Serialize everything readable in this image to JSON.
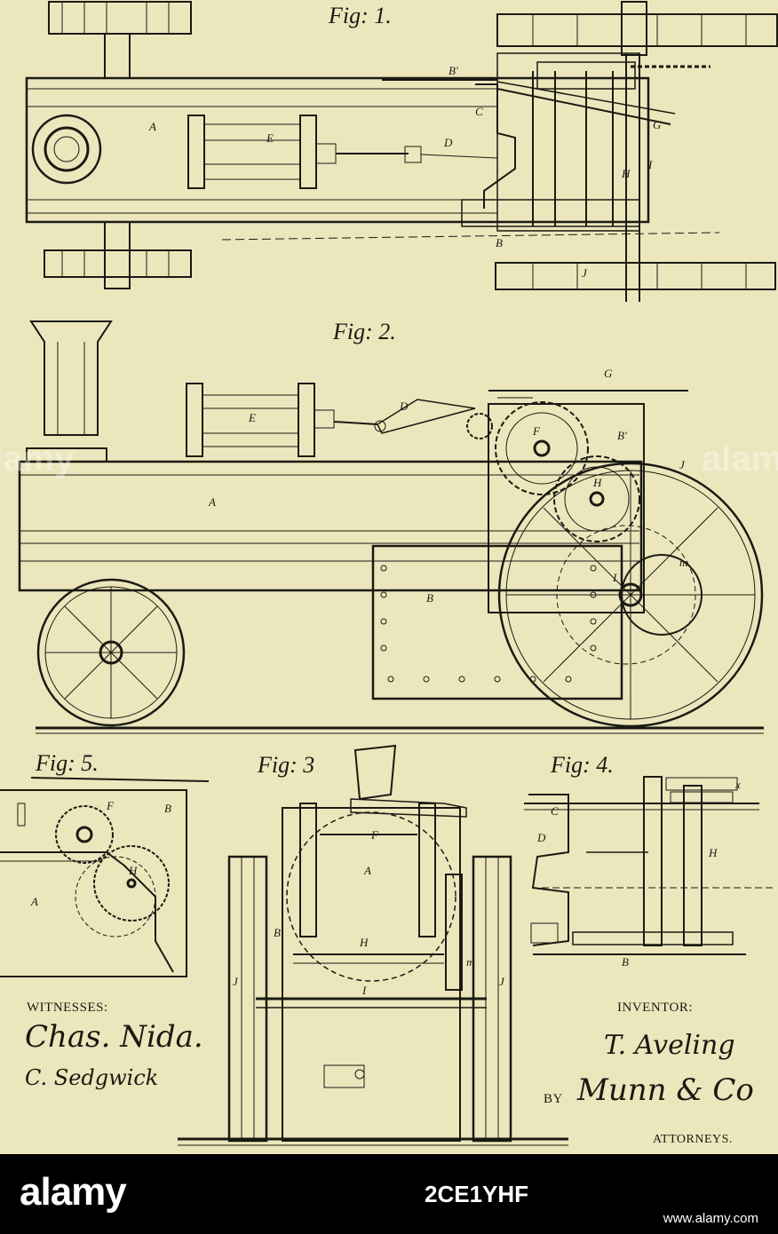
{
  "document": {
    "figures": [
      {
        "id": "fig1",
        "label": "Fig: 1."
      },
      {
        "id": "fig2",
        "label": "Fig: 2."
      },
      {
        "id": "fig3",
        "label": "Fig: 3"
      },
      {
        "id": "fig4",
        "label": "Fig: 4."
      },
      {
        "id": "fig5",
        "label": "Fig: 5."
      }
    ],
    "witnesses_heading": "WITNESSES:",
    "witness_signature_1": "Chas. Nida.",
    "witness_signature_2": "C. Sedgwick",
    "inventor_heading": "INVENTOR:",
    "inventor_signature": "T. Aveling",
    "by_label": "BY",
    "attorney_signature": "Munn & Co",
    "attorneys_label": "ATTORNEYS."
  },
  "watermark": {
    "text": "alamy",
    "color": "#ffffff"
  },
  "footer": {
    "brand": "alamy",
    "image_id": "2CE1YHF",
    "site": "www.alamy.com",
    "background": "#000000"
  }
}
